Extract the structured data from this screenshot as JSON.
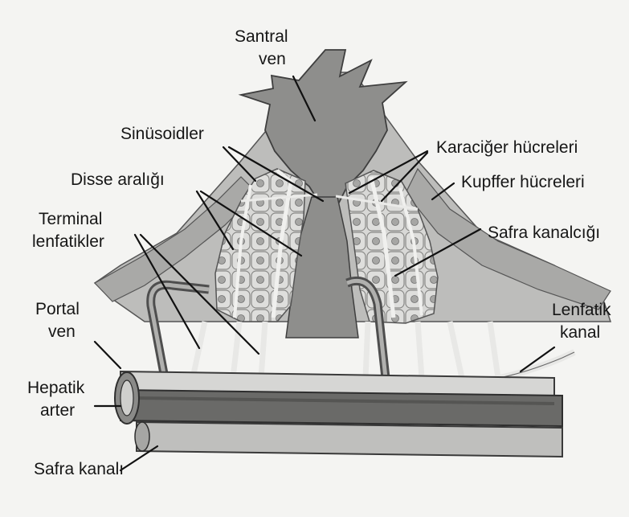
{
  "labels": {
    "santral_ven": [
      "Santral",
      "ven"
    ],
    "sinusoidler": "Sinüsoidler",
    "disse_araligi": "Disse aralığı",
    "terminal_lenfatikler": [
      "Terminal",
      "lenfatikler"
    ],
    "portal_ven": [
      "Portal",
      "ven"
    ],
    "hepatik_arter": [
      "Hepatik",
      "arter"
    ],
    "safra_kanali": "Safra kanalı",
    "karaciger_hucreleri": "Karaciğer hücreleri",
    "kupffer_hucreleri": "Kupffer hücreleri",
    "safra_kanalcigi": "Safra kanalcığı",
    "lenfatik_kanal": [
      "Lenfatik",
      "kanal"
    ]
  },
  "colors": {
    "background": "#f4f4f2",
    "dark_tissue": "#8c8c8c",
    "mid_tissue": "#b4b4b2",
    "light_tissue": "#d2d2d0",
    "cell_fill": "#dcdcda",
    "nucleus": "#a8a8a6",
    "vessel_dark": "#6e6e6e",
    "text": "#161616"
  }
}
